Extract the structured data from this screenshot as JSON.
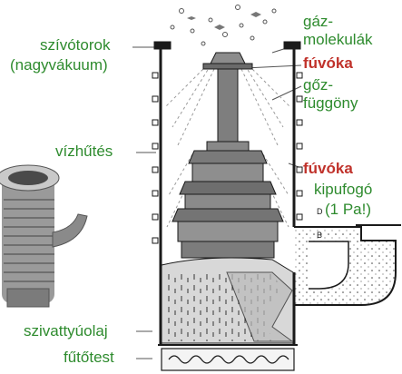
{
  "labels": {
    "suction_port": "szívótorok",
    "suction_port_note": "(nagyvákuum)",
    "gas_molecules_1": "gáz-",
    "gas_molecules_2": "molekulák",
    "nozzle_top": "fúvóka",
    "vapor_curtain_1": "gőz-",
    "vapor_curtain_2": "függöny",
    "water_cooling": "vízhűtés",
    "nozzle_mid": "fúvóka",
    "exhaust": "kipufogó",
    "exhaust_pressure": "(1 Pa!)",
    "pump_oil": "szivattyúolaj",
    "heater": "fűtőtest",
    "marker_d": "D",
    "marker_b": "B"
  },
  "colors": {
    "label_green": "#2e8b2e",
    "label_red": "#c0322b",
    "drawing_ink": "#1a1a1a"
  }
}
